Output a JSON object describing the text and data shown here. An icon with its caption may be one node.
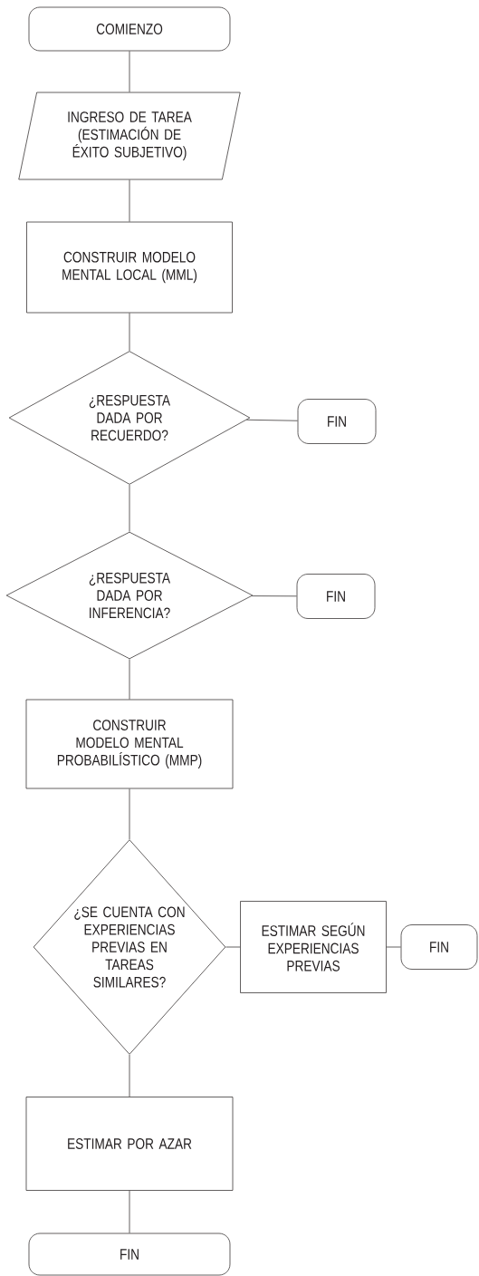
{
  "diagram": {
    "nodes": [
      {
        "text": [
          "COMIENZO"
        ]
      },
      {
        "text": [
          "INGRESO DE TAREA (ESTIMACIÓN DE ÉXITO SUBJETIVO)"
        ]
      },
      {
        "text": [
          "CONSTRUIR MODELO MENTAL LOCAL (MML)"
        ]
      },
      {
        "text": [
          "¿RESPUESTA DADA POR RECUERDO?"
        ]
      },
      {
        "text": [
          "FIN"
        ]
      },
      {
        "text": [
          "¿RESPUESTA DADA  POR INFERENCIA?"
        ]
      },
      {
        "text": [
          "FIN"
        ]
      },
      {
        "text": [
          "CONSTRUIR MODELO MENTAL PROBABILÍSTICO (MMP)"
        ]
      },
      {
        "text": [
          "¿SE CUENTA CON EXPERIENCIAS PREVIAS EN TAREAS SIMILARES?"
        ]
      },
      {
        "text": [
          "ESTIMAR SEGÚN EXPERIENCIAS PREVIAS"
        ]
      },
      {
        "text": [
          "FIN"
        ]
      },
      {
        "text": [
          "ESTIMAR POR AZAR"
        ]
      },
      {
        "text": [
          "FIN"
        ]
      }
    ],
    "edges": [
      {
        "from": 0,
        "to": 1,
        "arrow": "none"
      },
      {
        "from": 1,
        "to": 2,
        "arrow": "none"
      },
      {
        "from": 2,
        "to": 3,
        "arrow": "none"
      },
      {
        "from": 3,
        "to": 4,
        "arrow": "none"
      },
      {
        "from": 3,
        "to": 5,
        "arrow": "none"
      },
      {
        "from": 5,
        "to": 6,
        "arrow": "none"
      },
      {
        "from": 5,
        "to": 7,
        "arrow": "none"
      },
      {
        "from": 7,
        "to": 8,
        "arrow": "none"
      },
      {
        "from": 8,
        "to": 9,
        "arrow": "none"
      },
      {
        "from": 9,
        "to": 10,
        "arrow": "none"
      },
      {
        "from": 8,
        "to": 11,
        "arrow": "none"
      },
      {
        "from": 11,
        "to": 12,
        "arrow": "none"
      }
    ]
  }
}
